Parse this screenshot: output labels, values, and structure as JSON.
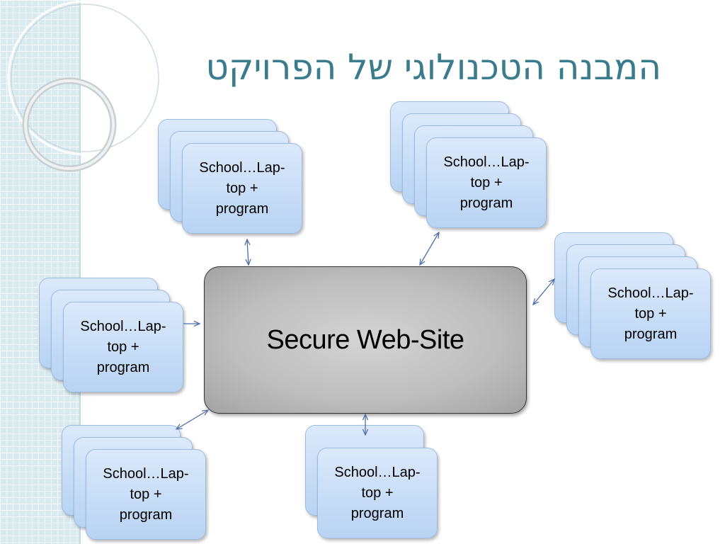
{
  "slide": {
    "title": "המבנה הטכנולוגי של הפרויקט",
    "center_box": "Secure Web-Site"
  },
  "nodes": [
    {
      "id": "top-left",
      "lines": [
        "School…Lap-",
        "top +",
        "program"
      ]
    },
    {
      "id": "top-right",
      "lines": [
        "School…Lap-",
        "top +",
        "program"
      ]
    },
    {
      "id": "right",
      "lines": [
        "School…Lap-",
        "top +",
        "program"
      ]
    },
    {
      "id": "left",
      "lines": [
        "School…Lap-",
        "top +",
        "program"
      ]
    },
    {
      "id": "bottom-left",
      "lines": [
        "School…Lap-",
        "top +",
        "program"
      ]
    },
    {
      "id": "bottom-center",
      "lines": [
        "School…Lap-",
        "top +",
        "program"
      ]
    }
  ],
  "colors": {
    "title": "#3a7b8c",
    "card_fill": "#c9dff8",
    "card_border": "#9dbbe0",
    "center_fill": "#bdbdbd",
    "arrow": "#4f6fa8",
    "grid_strip": "#d9eaf0"
  }
}
